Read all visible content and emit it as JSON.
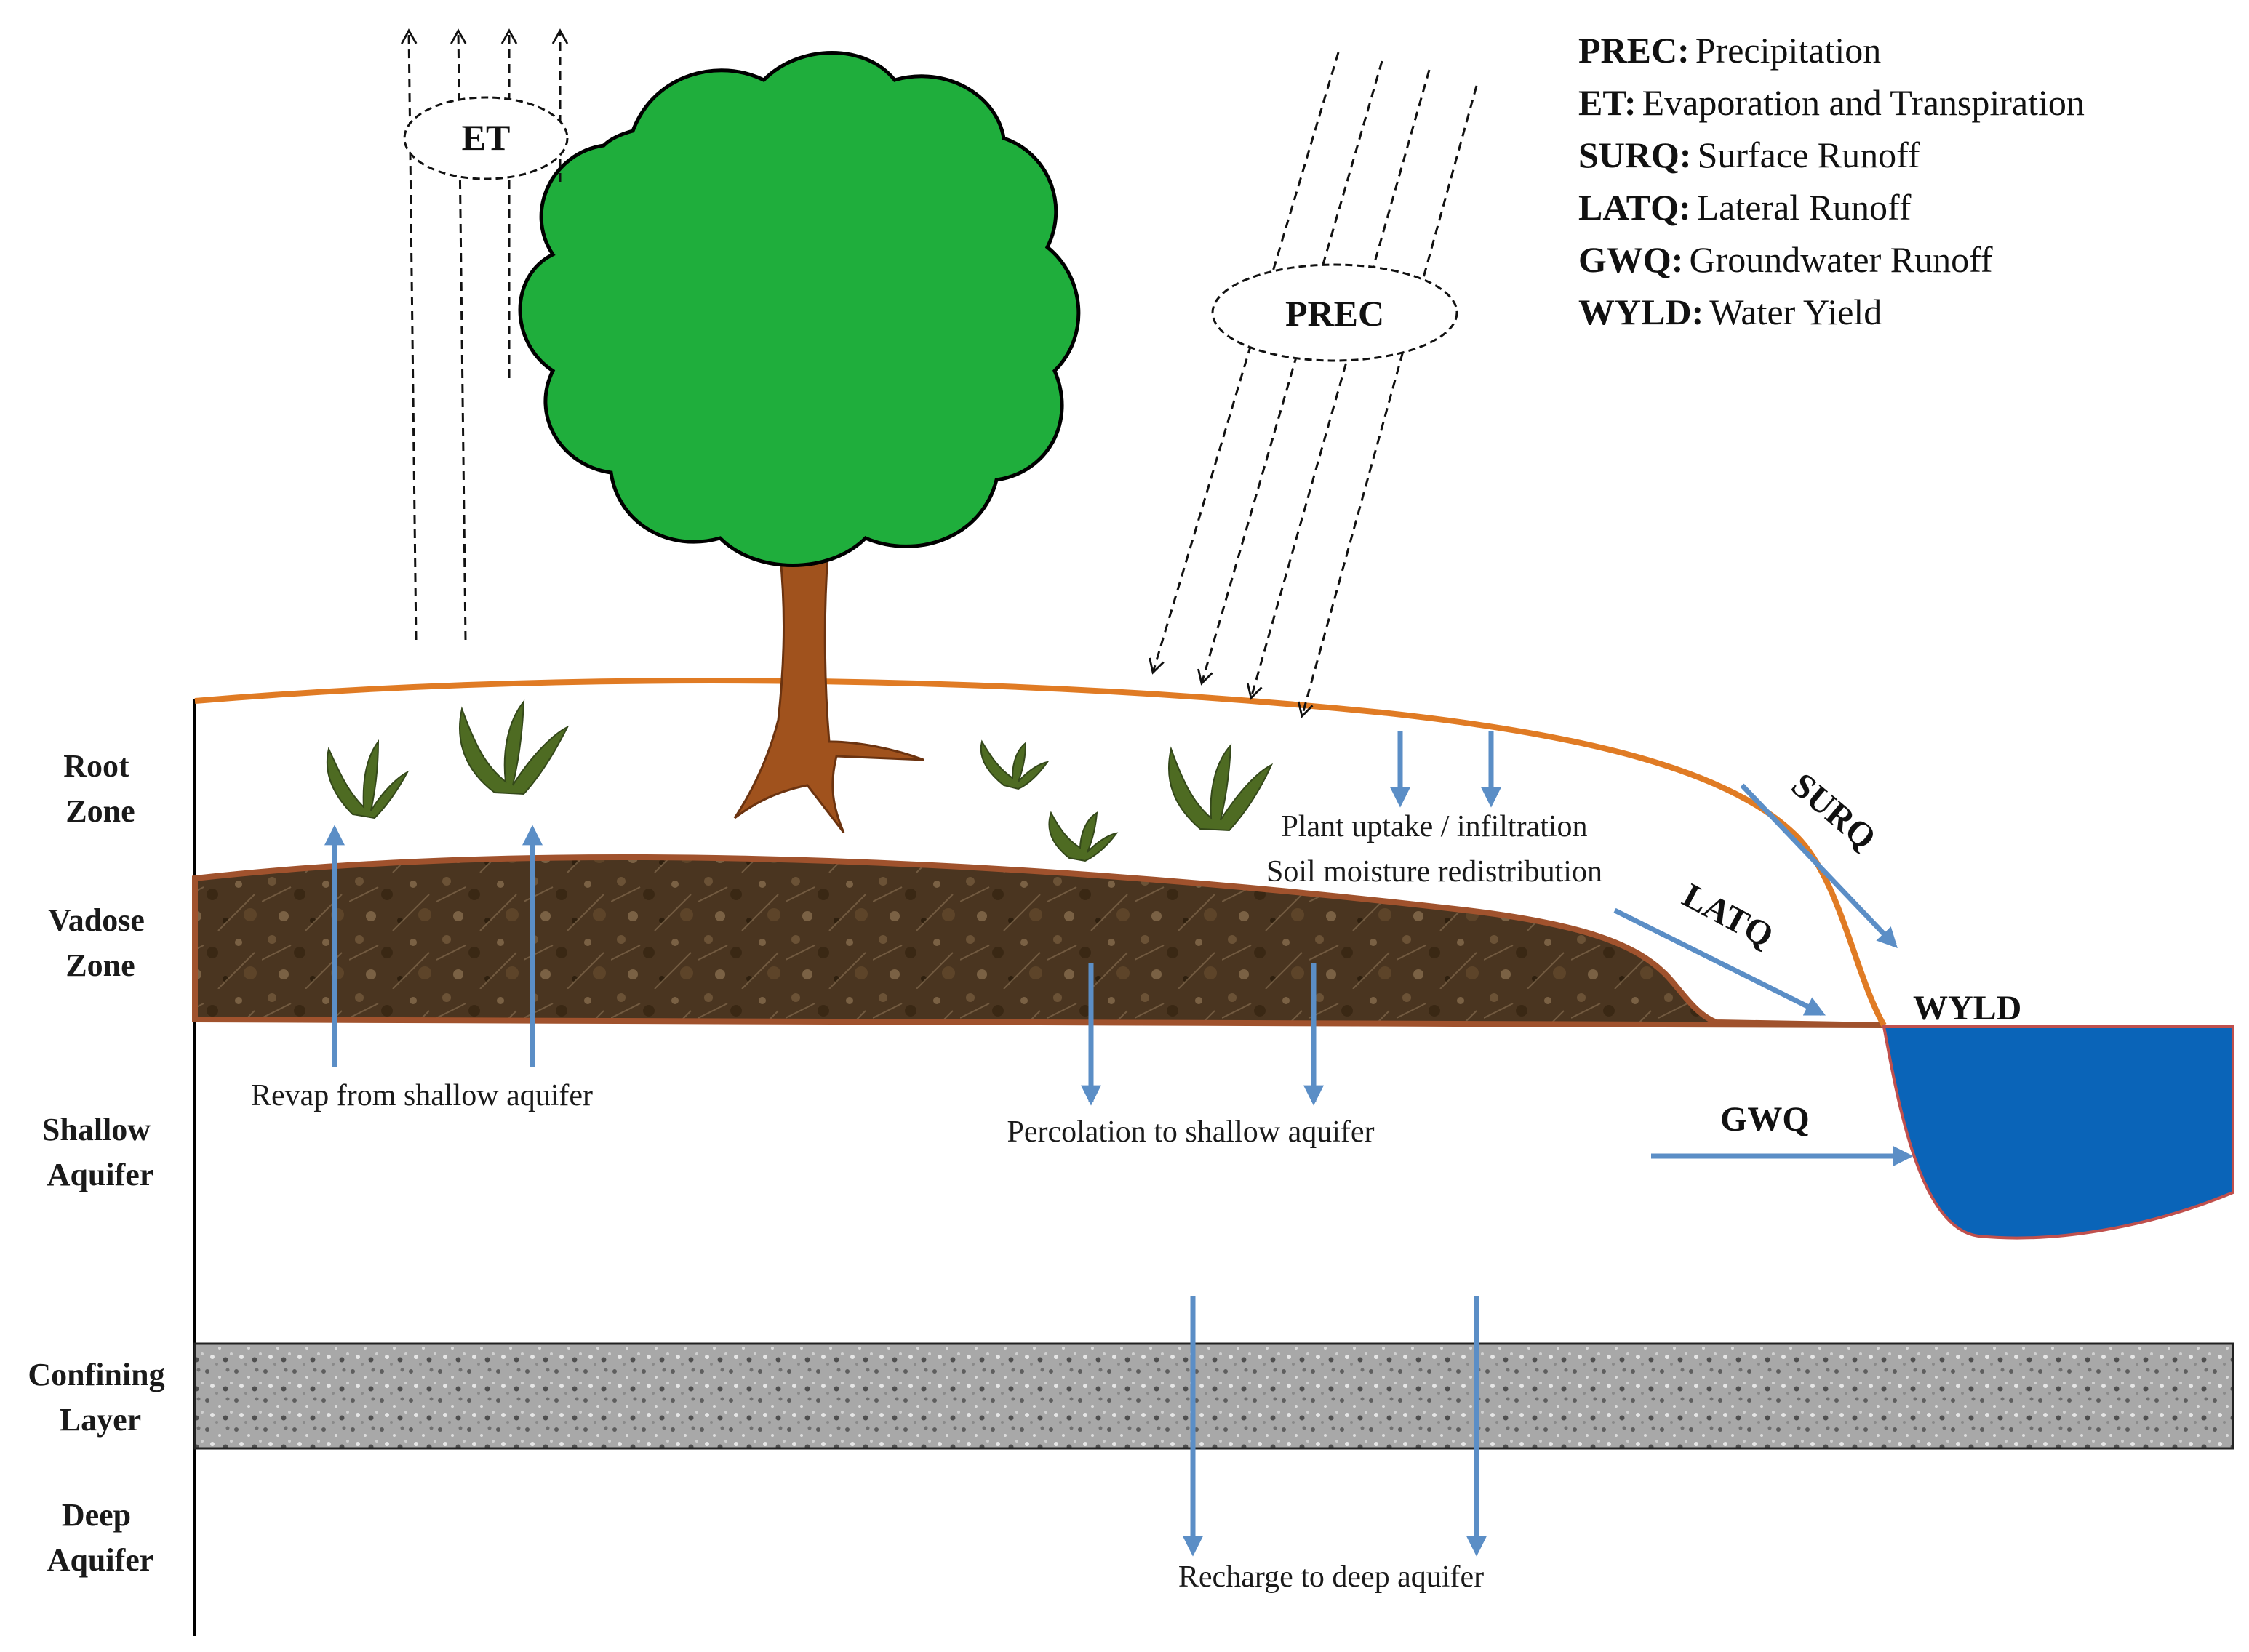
{
  "layers": {
    "root_zone": [
      "Root",
      "Zone"
    ],
    "vadose_zone": [
      "Vadose",
      "Zone"
    ],
    "shallow_aquifer": [
      "Shallow",
      "Aquifer"
    ],
    "confining_layer": [
      "Confining",
      "Layer"
    ],
    "deep_aquifer": [
      "Deep",
      "Aquifer"
    ]
  },
  "bubbles": {
    "et": "ET",
    "prec": "PREC"
  },
  "flows": {
    "surq": "SURQ",
    "latq": "LATQ",
    "gwq": "GWQ",
    "wyld": "WYLD"
  },
  "processes": {
    "plant_uptake": "Plant uptake / infiltration",
    "soil_moisture": "Soil moisture redistribution",
    "revap": "Revap from shallow aquifer",
    "percolation": "Percolation to shallow aquifer",
    "recharge": "Recharge to deep aquifer"
  },
  "legend": [
    {
      "abbr": "PREC:",
      "text": "Precipitation"
    },
    {
      "abbr": "ET:",
      "text": "Evaporation and Transpiration"
    },
    {
      "abbr": "SURQ:",
      "text": "Surface Runoff"
    },
    {
      "abbr": "LATQ:",
      "text": "Lateral Runoff"
    },
    {
      "abbr": "GWQ:",
      "text": "Groundwater Runoff"
    },
    {
      "abbr": "WYLD:",
      "text": "Water Yield"
    }
  ],
  "colors": {
    "surface_line": "#e07b24",
    "soil": "#4a3520",
    "soil_edge": "#a0522d",
    "trunk": "#a0521d",
    "canopy": "#1fae3c",
    "grass": "#4e6b22",
    "arrow": "#5b8ec6",
    "water": "#0a64b8",
    "confining": "#9a9a9a"
  }
}
